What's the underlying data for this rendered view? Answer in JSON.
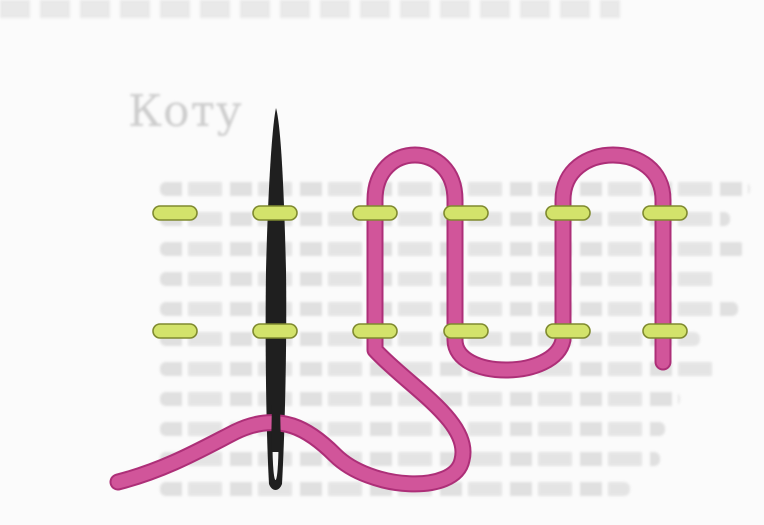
{
  "page": {
    "heading_fragment": "Коту",
    "background_text_note": ""
  },
  "illustration": {
    "subject": "running-stitch-couching-illustration",
    "colors": {
      "thread": "#d1559a",
      "thread_stroke": "#b63a80",
      "couching_stitch": "#d3e36b",
      "couching_stitch_stroke": "#7f8a2f",
      "needle": "#222222",
      "page_text": "#c4c4c4"
    },
    "rows": 2,
    "stitches_per_row": 6
  }
}
